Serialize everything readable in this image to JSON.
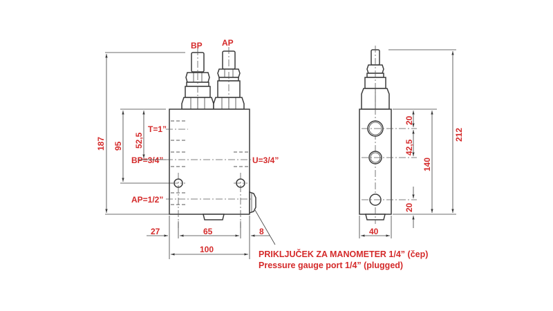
{
  "front_view": {
    "port_labels": {
      "bp_top": "BP",
      "ap_top": "AP"
    },
    "ports": {
      "t": "T=1”",
      "bp": "BP=3/4”",
      "u": "U=3/4”",
      "ap": "AP=1/2”"
    },
    "dimensions": {
      "overall_height": "187",
      "height_95": "95",
      "height_52_5": "52,5",
      "width_27": "27",
      "width_65": "65",
      "width_8": "8",
      "width_100": "100"
    }
  },
  "side_view": {
    "dimensions": {
      "overall_height": "212",
      "body_height": "140",
      "top_offset": "20",
      "spacing": "42,5",
      "bottom_offset": "20",
      "width": "40"
    }
  },
  "note": {
    "line1": "PRIKLJUČEK ZA MANOMETER 1/4” (čep)",
    "line2": "Pressure gauge port 1/4” (plugged)"
  },
  "colors": {
    "label": "#d42a2a",
    "line": "#3a3a3a"
  }
}
